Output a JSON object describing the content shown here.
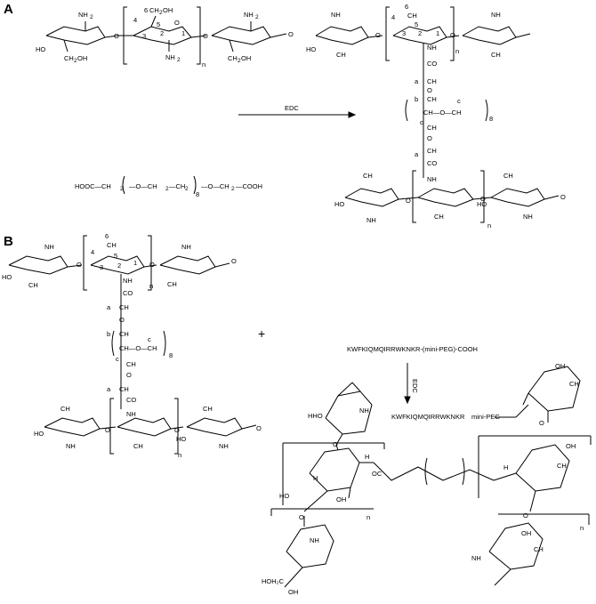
{
  "panels": {
    "a": "A",
    "b": "B"
  },
  "reagent_a": "EDC",
  "reagent_b": "EDC",
  "plus_sign": "+",
  "peg_linker": {
    "left": "HOOC—CH",
    "sub2": "2",
    "mid": "—O—CH",
    "right": "—O—CH",
    "tail": "—COOH",
    "repeat": "8"
  },
  "peptide": "KWFKIQMQIRRWKNKR-(mini-PEG)-COOH",
  "peptide_conjugate": "KWFKIQMQIRRWKNKR",
  "mini_peg": "mini-PEG",
  "labels": {
    "nh2": "NH",
    "ch2oh": "CH",
    "ho": "HO",
    "nh": "NH",
    "co": "CO",
    "o": "O",
    "n": "n",
    "a": "a",
    "b": "b",
    "c": "c",
    "eight": "8",
    "ch2": "CH",
    "h": "H",
    "oh": "OH",
    "hhoh": "HHO",
    "ring_numbers": [
      "1",
      "2",
      "3",
      "4",
      "5",
      "6"
    ]
  }
}
